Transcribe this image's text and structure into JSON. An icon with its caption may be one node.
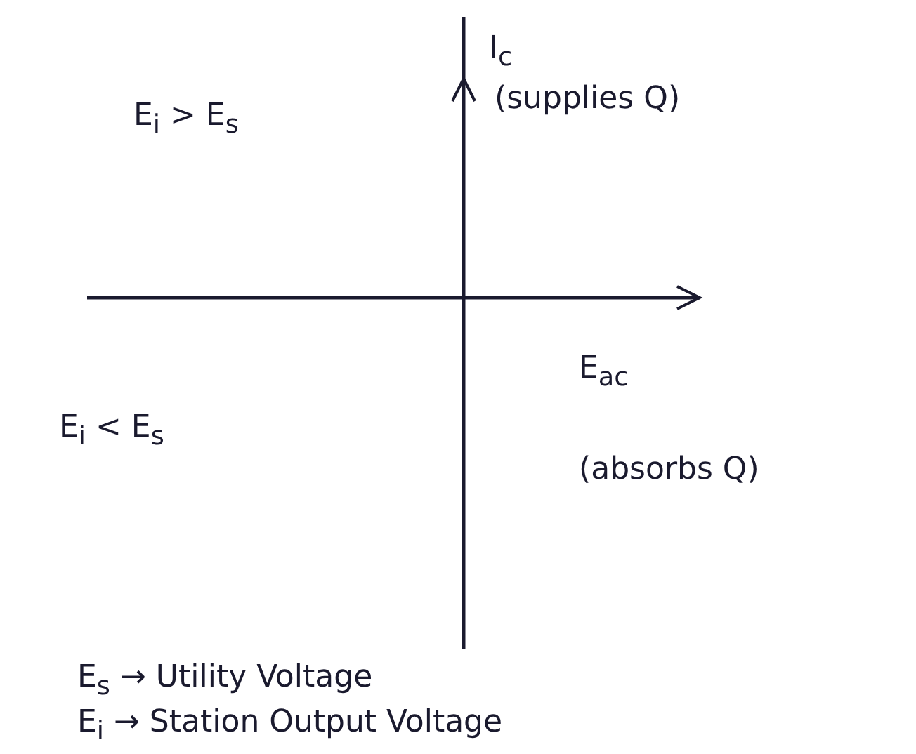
{
  "diagram": {
    "labels": [
      "E$_{i}$ > E$_{s}$",
      "I$_{c}$",
      "(supplies Q)",
      "E$_{ac}$",
      "E$_{i}$ < E$_{s}$",
      "(absorbs Q)",
      "E$_{s}$ → Utility Voltage",
      "E$_{i}$ → Station Output Voltage"
    ]
  }
}
